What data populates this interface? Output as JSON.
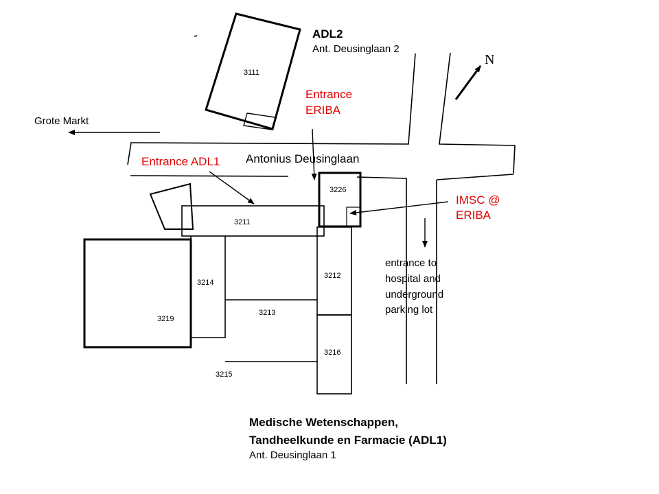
{
  "labels": {
    "adl2_name": "ADL2",
    "adl2_address": "Ant. Deusinglaan 2",
    "north": "N",
    "entrance_eriba_line1": "Entrance",
    "entrance_eriba_line2": "ERIBA",
    "grote_markt": "Grote Markt",
    "entrance_adl1": "Entrance ADL1",
    "street_name": "Antonius Deusinglaan",
    "imsc_line1": "IMSC @",
    "imsc_line2": "ERIBA",
    "hospital_line1": "entrance to",
    "hospital_line2": "hospital and",
    "hospital_line3": "underground",
    "hospital_line4": "parking lot",
    "adl1_title_line1": "Medische Wetenschappen,",
    "adl1_title_line2": "Tandheelkunde en Farmacie (ADL1)",
    "adl1_address": "Ant. Deusinglaan 1"
  },
  "buildings": {
    "b3111": "3111",
    "b3226": "3226",
    "b3211": "3211",
    "b3214": "3214",
    "b3212": "3212",
    "b3213": "3213",
    "b3219": "3219",
    "b3216": "3216",
    "b3215": "3215"
  },
  "colors": {
    "line": "#000000",
    "highlight_text": "#e00000"
  }
}
